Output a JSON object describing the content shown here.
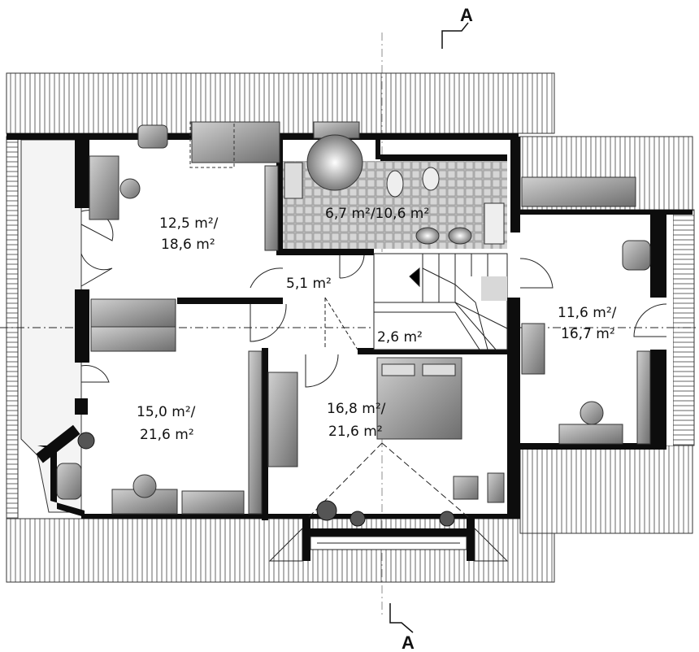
{
  "section_marker": {
    "top": "A",
    "bottom": "A"
  },
  "rooms": [
    {
      "id": "room-nw",
      "line1": "12,5 m²/",
      "line2": "18,6 m²"
    },
    {
      "id": "bathroom",
      "line1": "6,7 m²/10,6 m²",
      "line2": ""
    },
    {
      "id": "hall",
      "line1": "5,1 m²",
      "line2": ""
    },
    {
      "id": "stair-landing",
      "line1": "2,6 m²",
      "line2": ""
    },
    {
      "id": "room-sw",
      "line1": "15,0 m²/",
      "line2": "21,6 m²"
    },
    {
      "id": "bedroom",
      "line1": "16,8 m²/",
      "line2": "21,6 m²"
    },
    {
      "id": "room-east",
      "line1": "11,6 m²/",
      "line2": "16,7 m²"
    }
  ],
  "colors": {
    "wall": "#0d0d0d",
    "roof_line": "#555555",
    "tile": "#b8b8b8",
    "furniture": "#8a8a8a",
    "floor": "#ffffff"
  }
}
